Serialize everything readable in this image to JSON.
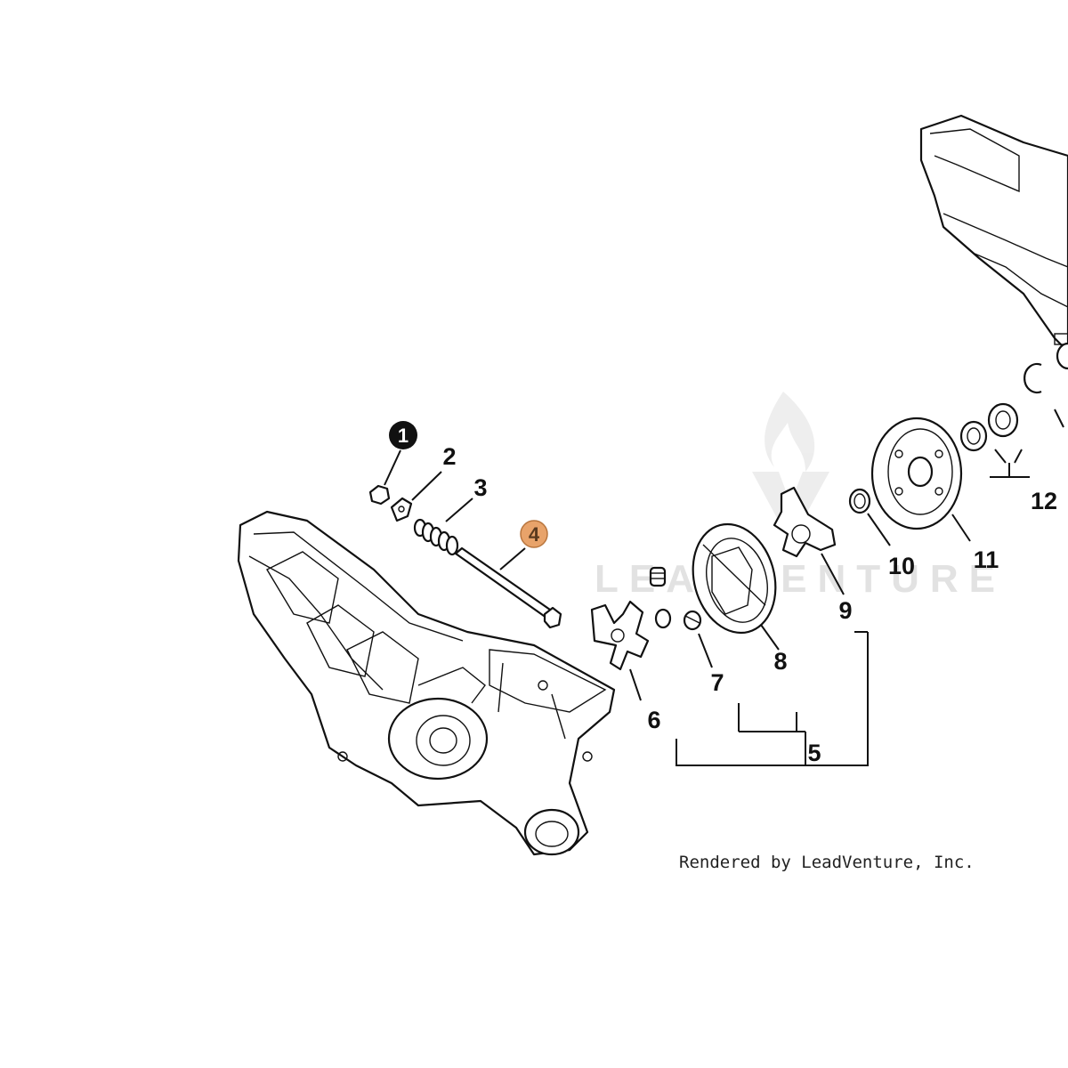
{
  "diagram": {
    "credit": "Rendered by LeadVenture, Inc.",
    "watermark": "LEADVENTURE",
    "callouts": [
      {
        "id": "1",
        "label": "1",
        "style": "filled-black"
      },
      {
        "id": "2",
        "label": "2"
      },
      {
        "id": "3",
        "label": "3"
      },
      {
        "id": "4",
        "label": "4",
        "style": "highlighted-orange"
      },
      {
        "id": "5",
        "label": "5"
      },
      {
        "id": "6",
        "label": "6"
      },
      {
        "id": "7",
        "label": "7"
      },
      {
        "id": "8",
        "label": "8"
      },
      {
        "id": "9",
        "label": "9"
      },
      {
        "id": "10",
        "label": "10"
      },
      {
        "id": "11",
        "label": "11"
      },
      {
        "id": "12",
        "label": "12"
      }
    ],
    "colors": {
      "highlight": "#e8a36a",
      "highlight_text": "#5a3a1e",
      "line": "#111111",
      "watermark": "#e2e2e2"
    }
  }
}
